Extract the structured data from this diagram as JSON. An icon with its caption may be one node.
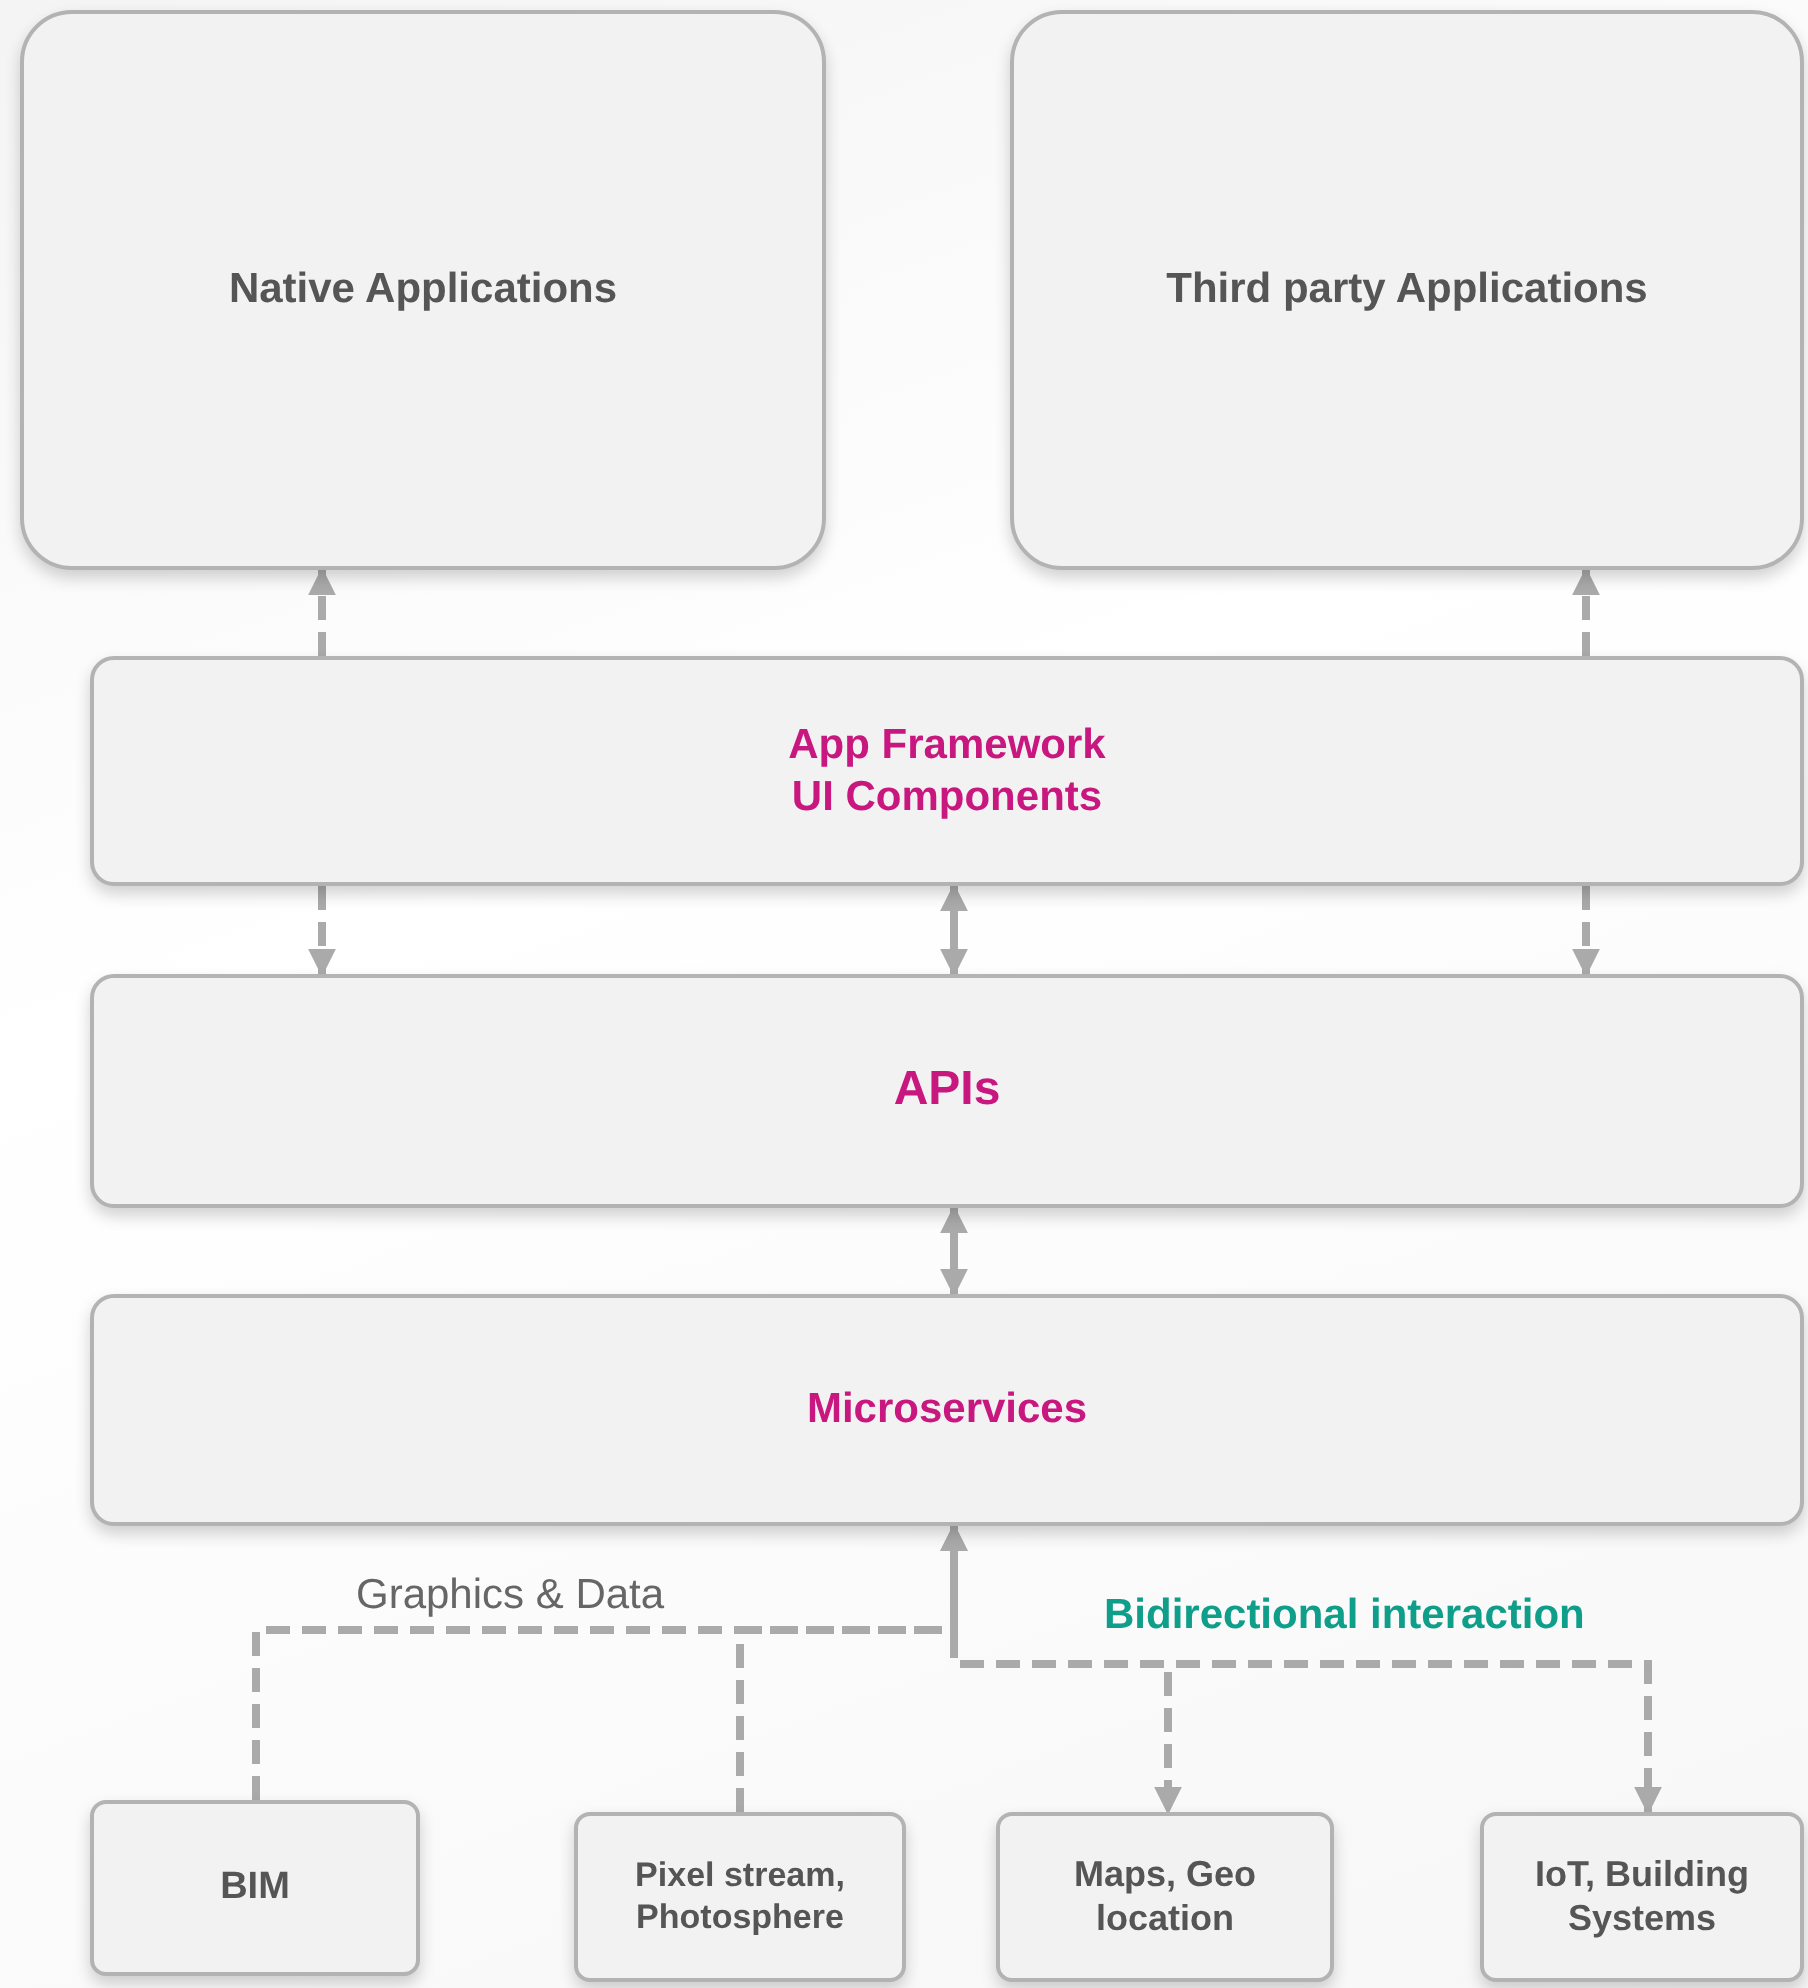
{
  "diagram": {
    "nodes": [
      {
        "text": [
          "Native Applications"
        ]
      },
      {
        "text": [
          "Third party Applications"
        ]
      },
      {
        "text": [
          "App Framework UI Components"
        ]
      },
      {
        "text": [
          "APIs"
        ]
      },
      {
        "text": [
          "Microservices"
        ]
      },
      {
        "text": [
          "BIM"
        ]
      },
      {
        "text": [
          "Pixel stream, Photosphere"
        ]
      },
      {
        "text": [
          "Maps, Geo location"
        ]
      },
      {
        "text": [
          "IoT, Building Systems"
        ]
      }
    ],
    "edges": [
      {
        "from": 2,
        "to": 0,
        "arrow": "to",
        "style": "dashed"
      },
      {
        "from": 2,
        "to": 1,
        "arrow": "to",
        "style": "dashed"
      },
      {
        "from": 2,
        "to": 3,
        "arrow": "to",
        "style": "dashed"
      },
      {
        "from": 3,
        "to": 2,
        "arrow": "both"
      },
      {
        "from": 2,
        "to": 3,
        "arrow": "to",
        "style": "dashed"
      },
      {
        "from": 3,
        "to": 4,
        "arrow": "both"
      },
      {
        "from": 5,
        "to": 4,
        "arrow": "to",
        "style": "dashed"
      },
      {
        "from": 6,
        "to": 4,
        "arrow": "to",
        "style": "dashed"
      },
      {
        "from": 4,
        "to": 7,
        "arrow": "to",
        "style": "dashed"
      },
      {
        "from": 4,
        "to": 8,
        "arrow": "to",
        "style": "dashed"
      }
    ],
    "labels": [
      "Graphics & Data",
      "Bidirectional interaction"
    ]
  }
}
